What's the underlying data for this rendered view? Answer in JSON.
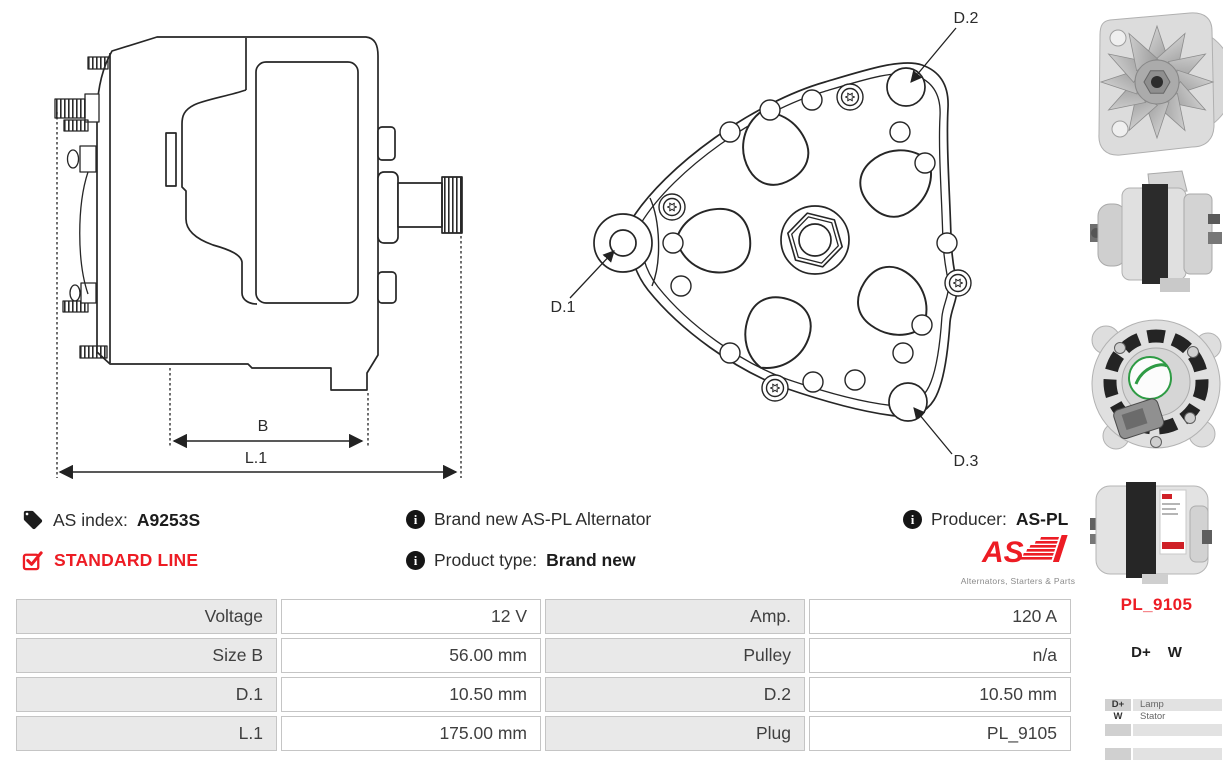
{
  "info": {
    "as_index": {
      "label": "AS index:",
      "value": "A9253S"
    },
    "standard_line": "STANDARD LINE",
    "brand_new": "Brand new AS-PL Alternator",
    "product_type": {
      "label": "Product type:",
      "value": "Brand new"
    },
    "producer": {
      "label": "Producer:",
      "value": "AS-PL"
    },
    "logo": {
      "text": "AS",
      "tagline": "Alternators, Starters & Parts"
    }
  },
  "drawing_labels": {
    "b": "B",
    "l1": "L.1",
    "d1": "D.1",
    "d2": "D.2",
    "d3": "D.3"
  },
  "spec_table": {
    "rows": [
      {
        "label_left": "Voltage",
        "value_left": "12 V",
        "label_right": "Amp.",
        "value_right": "120 A"
      },
      {
        "label_left": "Size B",
        "value_left": "56.00 mm",
        "label_right": "Pulley",
        "value_right": "n/a"
      },
      {
        "label_left": "D.1",
        "value_left": "10.50 mm",
        "label_right": "D.2",
        "value_right": "10.50 mm"
      },
      {
        "label_left": "L.1",
        "value_left": "175.00 mm",
        "label_right": "Plug",
        "value_right": "PL_9105"
      }
    ]
  },
  "plug": {
    "code": "PL_9105",
    "pins": [
      "D+",
      "W"
    ],
    "table": [
      {
        "pin": "D+",
        "desc": "Lamp"
      },
      {
        "pin": "W",
        "desc": "Stator"
      },
      {
        "pin": "",
        "desc": ""
      },
      {
        "pin": "",
        "desc": ""
      },
      {
        "pin": "",
        "desc": ""
      }
    ]
  },
  "colors": {
    "accent_red": "#ed1c24",
    "drawing_stroke": "#262626",
    "table_label_bg": "#e9e9e9",
    "table_border": "#c5c5c5"
  }
}
